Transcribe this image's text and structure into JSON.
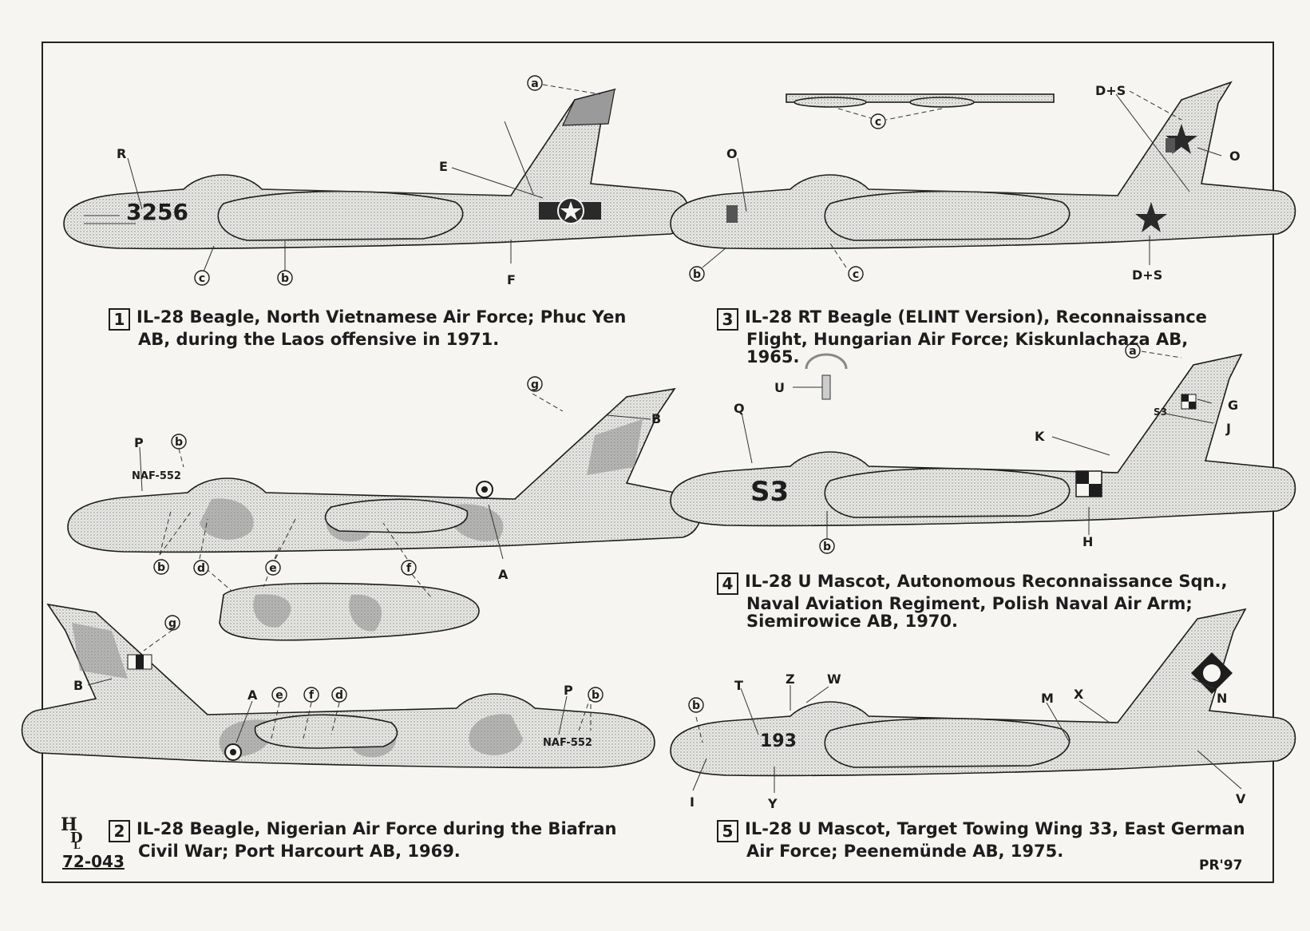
{
  "sheet": {
    "product_code": "72-043",
    "publisher_logo": "HDL",
    "credit": "PR'97"
  },
  "captions": [
    {
      "number": "1",
      "lines": [
        "IL-28 Beagle, North Vietnamese Air Force; Phuc Yen",
        "AB, during the Laos offensive in 1971."
      ]
    },
    {
      "number": "2",
      "lines": [
        "IL-28 Beagle, Nigerian Air Force during the Biafran",
        "Civil War; Port Harcourt AB, 1969."
      ]
    },
    {
      "number": "3",
      "lines": [
        "IL-28 RT Beagle (ELINT Version), Reconnaissance",
        "Flight, Hungarian Air Force; Kiskunlachaza AB,",
        "1965."
      ]
    },
    {
      "number": "4",
      "lines": [
        "IL-28 U Mascot, Autonomous Reconnaissance Sqn.,",
        "Naval Aviation Regiment, Polish Naval Air Arm;",
        "Siemirowice AB, 1970."
      ]
    },
    {
      "number": "5",
      "lines": [
        "IL-28 U Mascot, Target Towing Wing 33, East German",
        "Air Force; Peenemünde AB, 1975."
      ]
    }
  ],
  "aircraft": {
    "p1": {
      "serial": "3256",
      "labels": [
        "a",
        "R",
        "E",
        "c",
        "b",
        "F"
      ]
    },
    "p2": {
      "serial": "NAF-552",
      "labels": [
        "g",
        "B",
        "P",
        "b",
        "b",
        "d",
        "e",
        "f",
        "A"
      ]
    },
    "p2b": {
      "serial": "NAF-552",
      "labels": [
        "g",
        "B",
        "A",
        "e",
        "f",
        "d",
        "P",
        "b"
      ]
    },
    "p3": {
      "labels": [
        "D+S",
        "O",
        "O",
        "c",
        "b",
        "c",
        "D+S"
      ]
    },
    "p4": {
      "serial": "S3",
      "tail_code": "S3",
      "labels": [
        "a",
        "U",
        "Q",
        "K",
        "G",
        "J",
        "b",
        "H"
      ]
    },
    "p5": {
      "serial": "193",
      "labels": [
        "b",
        "T",
        "Z",
        "W",
        "M",
        "X",
        "N",
        "I",
        "Y",
        "V"
      ]
    }
  }
}
